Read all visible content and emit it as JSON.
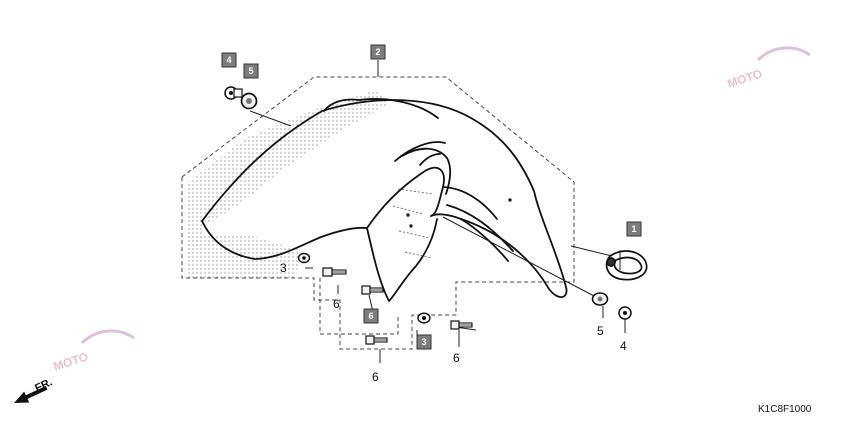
{
  "diagram": {
    "callouts": {
      "top_tag_2": "2",
      "top_tag_4": "4",
      "top_tag_5": "5",
      "right_tag_1": "1",
      "left_label_3": "3",
      "bolt_label_6a": "6",
      "bolt_tag_6": "6",
      "bolt_label_6b": "6",
      "center_tag_3": "3",
      "bolt_label_6c": "6",
      "right_label_5": "5",
      "right_label_4": "4"
    },
    "direction_label": "FR.",
    "drawing_code": "K1C8F1000",
    "watermark_text": "MOTO"
  }
}
